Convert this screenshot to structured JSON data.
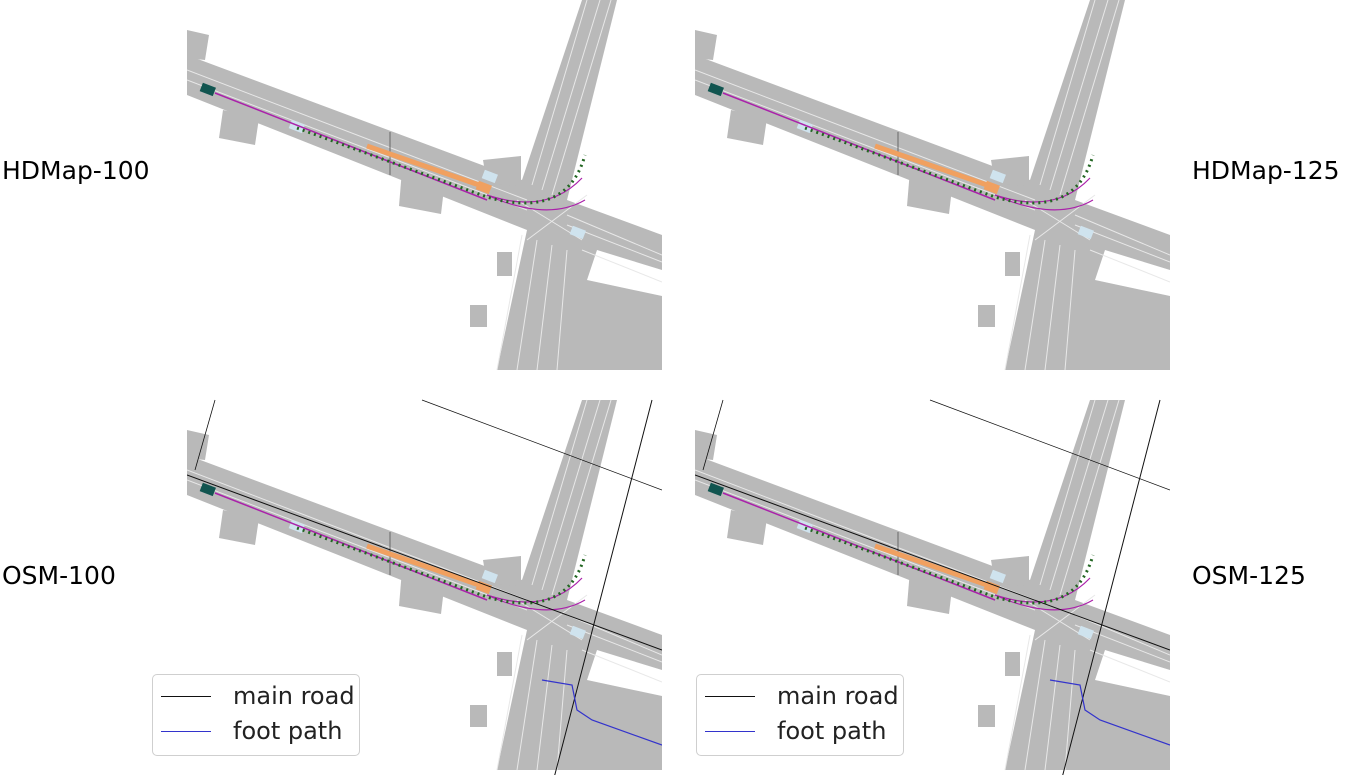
{
  "panels": [
    {
      "label": "HDMap-100",
      "osm": false
    },
    {
      "label": "HDMap-125",
      "osm": false
    },
    {
      "label": "OSM-100",
      "osm": true
    },
    {
      "label": "OSM-125",
      "osm": true
    }
  ],
  "legend": {
    "items": [
      {
        "label": "main road",
        "color": "#111111"
      },
      {
        "label": "foot path",
        "color": "#3333cc"
      }
    ]
  },
  "colors": {
    "road": "#b9b9b9",
    "lane_line": "#e8e8e8",
    "ego_vehicle": "#115550",
    "agent_box": "#cfe3ee",
    "planned_path": "#f0a060",
    "trajectory": "#aa22aa",
    "ground_truth": "#226622",
    "main_road": "#111111",
    "foot_path": "#3333cc"
  }
}
